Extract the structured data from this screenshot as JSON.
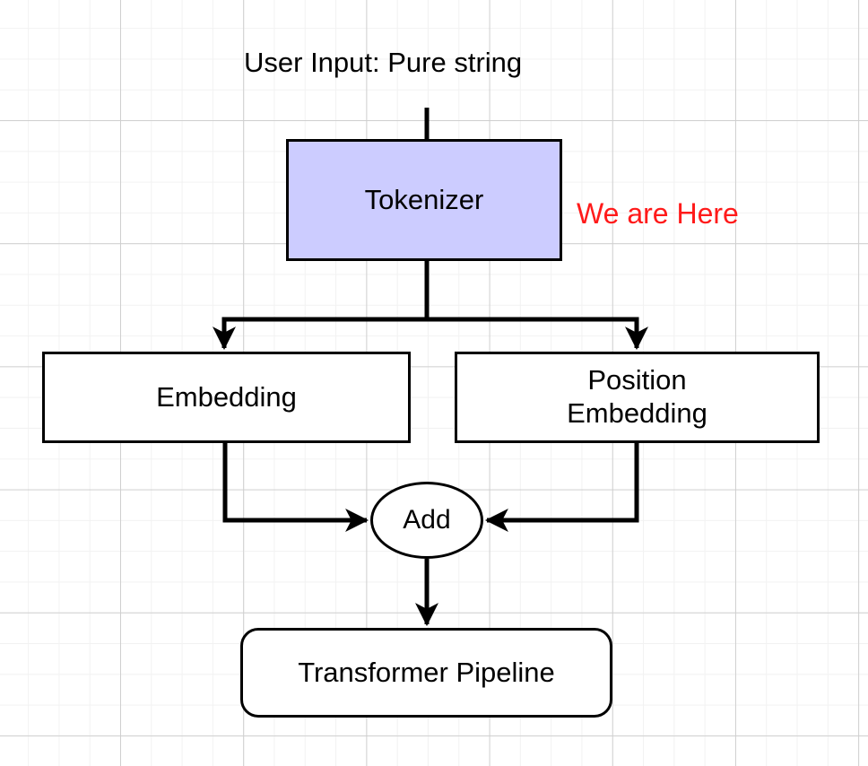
{
  "diagram": {
    "title_label": "User Input: Pure string",
    "annotation": {
      "text": "We are Here",
      "color": "#ff1a1a"
    },
    "nodes": [
      {
        "id": "tokenizer",
        "label": "Tokenizer",
        "shape": "rectangle",
        "fill": "#ccccff",
        "stroke": "#000000"
      },
      {
        "id": "embedding",
        "label": "Embedding",
        "shape": "rectangle",
        "fill": "#ffffff",
        "stroke": "#000000"
      },
      {
        "id": "position_embedding",
        "label": "Position\nEmbedding",
        "shape": "rectangle",
        "fill": "#ffffff",
        "stroke": "#000000"
      },
      {
        "id": "add",
        "label": "Add",
        "shape": "ellipse",
        "fill": "#ffffff",
        "stroke": "#000000"
      },
      {
        "id": "transformer_pipeline",
        "label": "Transformer Pipeline",
        "shape": "rounded-rectangle",
        "fill": "#ffffff",
        "stroke": "#000000"
      }
    ],
    "edges": [
      {
        "from": "user_input",
        "to": "tokenizer",
        "arrowhead": false
      },
      {
        "from": "tokenizer",
        "to": "embedding",
        "arrowhead": true
      },
      {
        "from": "tokenizer",
        "to": "position_embedding",
        "arrowhead": true
      },
      {
        "from": "embedding",
        "to": "add",
        "arrowhead": true
      },
      {
        "from": "position_embedding",
        "to": "add",
        "arrowhead": true
      },
      {
        "from": "add",
        "to": "transformer_pipeline",
        "arrowhead": true
      }
    ],
    "canvas": {
      "background": "#ffffff",
      "grid_minor_color": "#f2f2f2",
      "grid_major_color": "#cfcfcf"
    }
  }
}
